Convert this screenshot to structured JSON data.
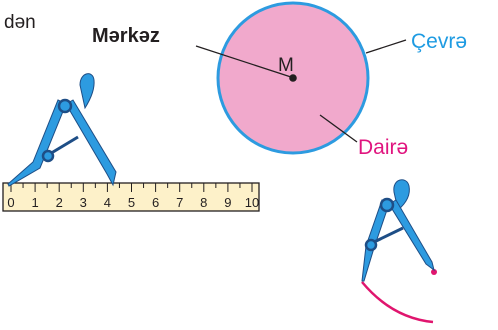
{
  "text_fragment": "dən",
  "circle": {
    "center_label": "Mərkəz",
    "center_point": "M",
    "circumference_label": "Çevrə",
    "disk_label": "Dairə",
    "fill_color": "#F1A9CC",
    "stroke_color": "#2D9BE0"
  },
  "ruler": {
    "ticks": [
      "0",
      "1",
      "2",
      "3",
      "4",
      "5",
      "6",
      "7",
      "8",
      "9",
      "10"
    ],
    "color": "#FDF1C9"
  },
  "compass": {
    "color": "#2D9BE0",
    "dark_color": "#1E4E86"
  },
  "arc": {
    "color": "#E0156E"
  },
  "colors": {
    "circumference_label": "#1E9BE2",
    "disk_label": "#E0157F",
    "text": "#231F20"
  }
}
